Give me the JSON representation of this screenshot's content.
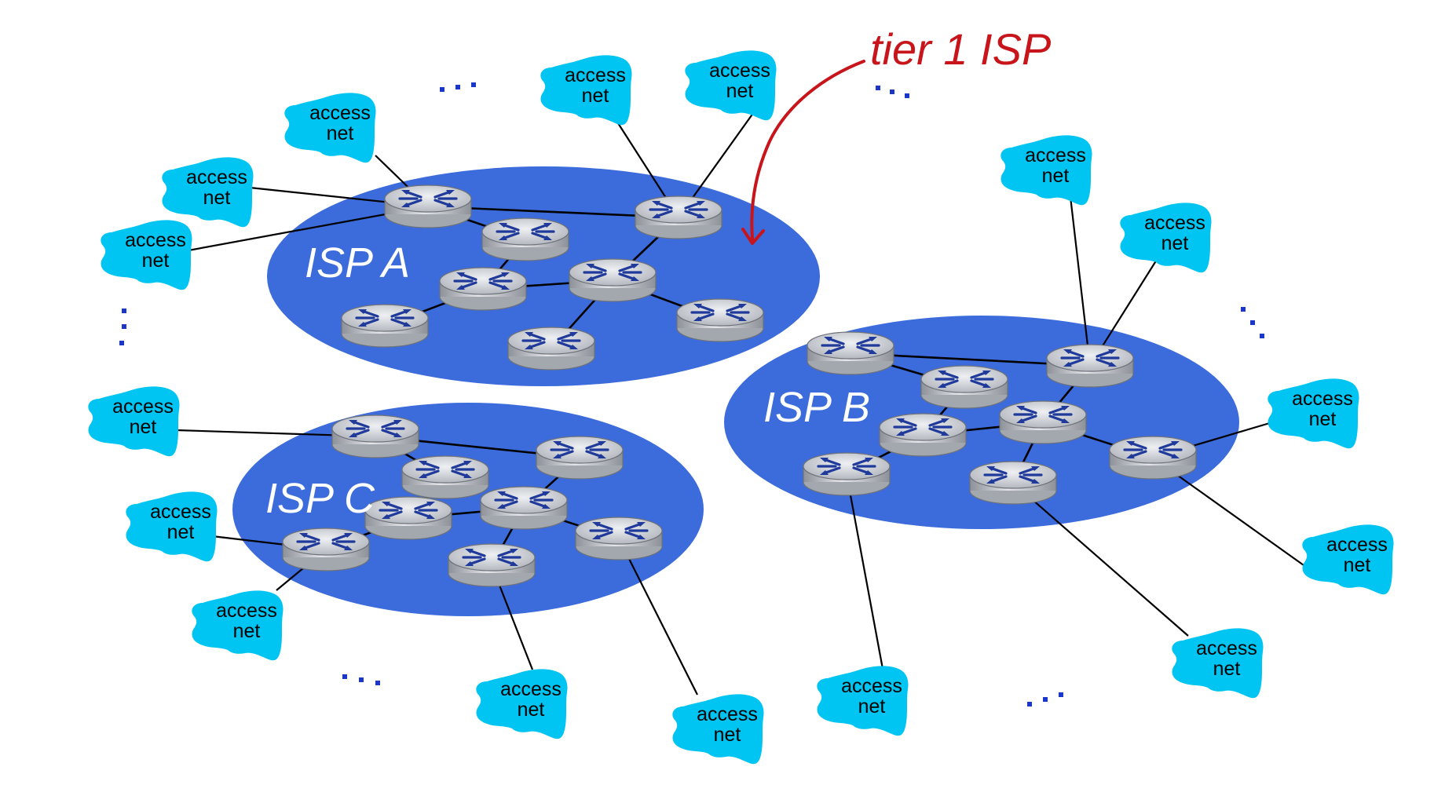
{
  "annotation": {
    "text": "tier 1 ISP",
    "color": "#c8141b"
  },
  "isps": [
    {
      "id": "A",
      "label": "ISP A"
    },
    {
      "id": "B",
      "label": "ISP B"
    },
    {
      "id": "C",
      "label": "ISP C"
    }
  ],
  "access_net": {
    "line1": "access",
    "line2": "net"
  },
  "ellipsis": "...",
  "colors": {
    "isp_cloud": "#3c6bdc",
    "access_net": "#00c4f1",
    "router_top": "#c9ccd2",
    "router_mark": "#1f3a9a",
    "ellipsis": "#1a37c9"
  }
}
